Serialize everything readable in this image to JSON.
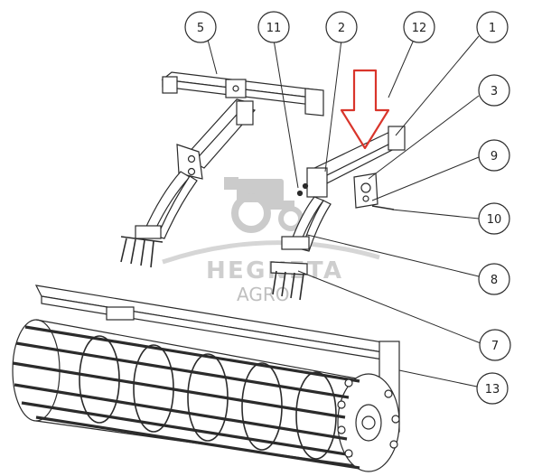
{
  "watermark": {
    "brand_top": "HEGNETA",
    "brand_bottom": "AGRO",
    "icon": "tractor-icon"
  },
  "callouts": [
    {
      "id": "c5",
      "label": "5"
    },
    {
      "id": "c11",
      "label": "11"
    },
    {
      "id": "c2",
      "label": "2"
    },
    {
      "id": "c12",
      "label": "12"
    },
    {
      "id": "c1",
      "label": "1"
    },
    {
      "id": "c3",
      "label": "3"
    },
    {
      "id": "c9",
      "label": "9"
    },
    {
      "id": "c10",
      "label": "10"
    },
    {
      "id": "c8",
      "label": "8"
    },
    {
      "id": "c7",
      "label": "7"
    },
    {
      "id": "c13",
      "label": "13"
    }
  ],
  "colors": {
    "line": "#2b2b2b",
    "arrow": "#d9352b",
    "watermark": "#c8c8c8"
  }
}
